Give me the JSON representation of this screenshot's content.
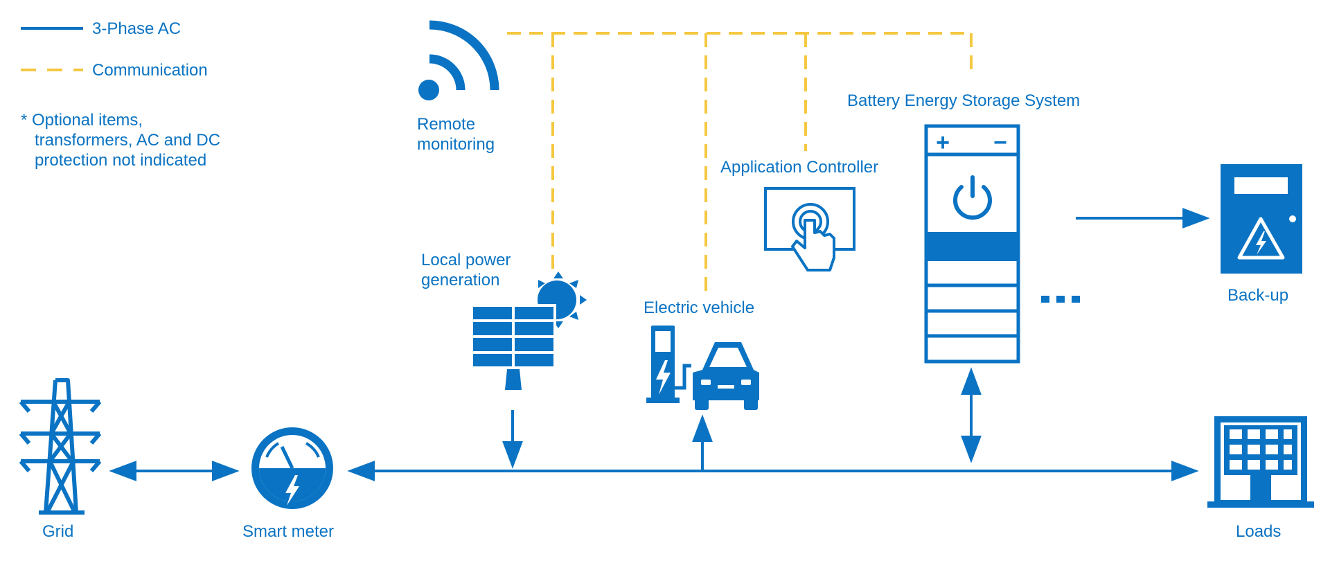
{
  "colors": {
    "ac_line": "#0a73c3",
    "communication_line": "#f5c842",
    "text": "#0a73c3",
    "background": "#ffffff"
  },
  "legend": {
    "ac_label": "3-Phase AC",
    "communication_label": "Communication",
    "note_line1": "* Optional items,",
    "note_line2": "transformers, AC and DC",
    "note_line3": "protection not indicated"
  },
  "nodes": {
    "remote_monitoring": {
      "line1": "Remote",
      "line2": "monitoring",
      "icon": "wifi-signal-icon"
    },
    "local_power": {
      "line1": "Local power",
      "line2": "generation",
      "icon": "solar-panel-icon"
    },
    "electric_vehicle": {
      "label": "Electric vehicle",
      "icon": "ev-charging-icon"
    },
    "application_controller": {
      "label": "Application Controller",
      "icon": "touch-screen-icon"
    },
    "bess": {
      "label": "Battery Energy Storage System",
      "icon": "battery-rack-icon",
      "plus": "+",
      "minus": "−"
    },
    "backup": {
      "label": "Back-up",
      "icon": "electrical-cabinet-icon"
    },
    "grid": {
      "label": "Grid",
      "icon": "transmission-tower-icon"
    },
    "smart_meter": {
      "label": "Smart meter",
      "icon": "smart-meter-icon"
    },
    "loads": {
      "label": "Loads",
      "icon": "building-icon"
    }
  }
}
